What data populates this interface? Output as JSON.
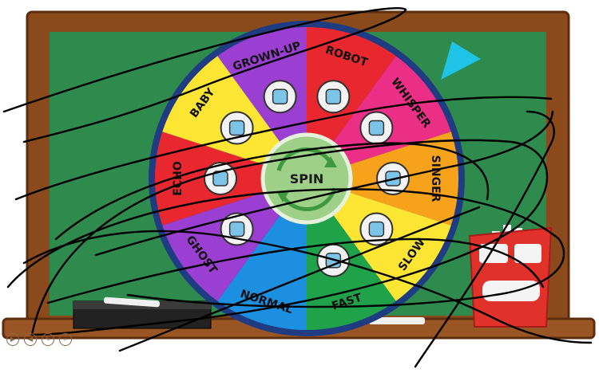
{
  "wheel": {
    "center_label": "SPIN",
    "segments": [
      {
        "label": "ROBOT",
        "color": "#e8282e",
        "icon": "robot-icon"
      },
      {
        "label": "WHISPER",
        "color": "#ec2f86",
        "icon": "whisper-lips-icon"
      },
      {
        "label": "SINGER",
        "color": "#f7a21b",
        "icon": "microphone-icon"
      },
      {
        "label": "SLOW",
        "color": "#fde533",
        "icon": "snail-icon"
      },
      {
        "label": "FAST",
        "color": "#1fa24a",
        "icon": "stopwatch-icon"
      },
      {
        "label": "NORMAL",
        "color": "#1d8fe0",
        "icon": "none"
      },
      {
        "label": "GHOST",
        "color": "#9a3fd1",
        "icon": "ghost-icon"
      },
      {
        "label": "ECHO",
        "color": "#e8282e",
        "icon": "echo-phone-icon"
      },
      {
        "label": "BABY",
        "color": "#fde533",
        "icon": "baby-bottle-icon"
      },
      {
        "label": "GROWN-UP",
        "color": "#9a3fd1",
        "icon": "grown-up-couple-icon"
      }
    ]
  },
  "pointer": {
    "color": "#1fc3e6",
    "icon": "triangle-pointer-icon"
  },
  "colors": {
    "board": "#2f8a4e",
    "frame": "#8a4a1c",
    "rim": "#1f3b82",
    "center": "#9fd08a"
  }
}
